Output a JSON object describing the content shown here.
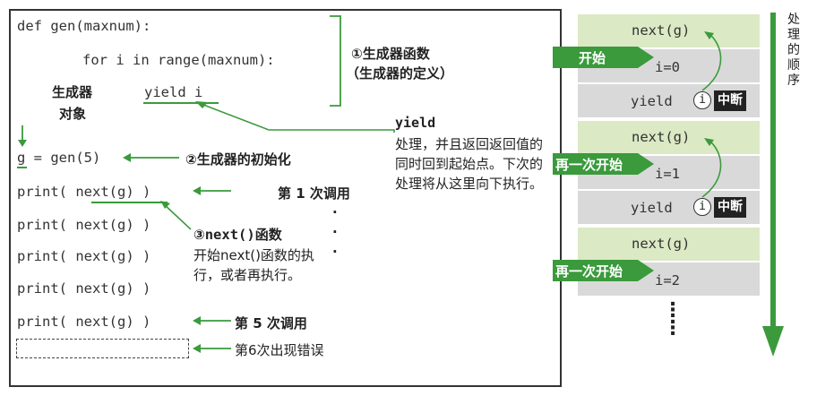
{
  "code": {
    "line_def": "def gen(maxnum):",
    "line_for": "for i in range(maxnum):",
    "line_yield": "yield i",
    "line_init": "g = gen(5)",
    "line_print": "print( next(g) )"
  },
  "labels": {
    "gen_object_1": "生成器",
    "gen_object_2": "对象",
    "gen_func_1": "①生成器函数",
    "gen_func_2": "（生成器的定义）",
    "init": "②生成器的初始化",
    "call1": "第 1 次调用",
    "call5": "第 5 次调用",
    "call6": "第6次出现错误",
    "dots": "·",
    "yield_title": "yield",
    "yield_desc": "处理，并且返回返回值的同时回到起始点。下次的处理将从这里向下执行。",
    "next_title_num": "③",
    "next_title_code": "next()",
    "next_title_rest": "函数",
    "next_desc": "开始next()函数的执行，或者再执行。"
  },
  "sequence": {
    "next_g": "next(g)",
    "i0": "i=0",
    "i1": "i=1",
    "i2": "i=2",
    "yield_word": "yield",
    "i_circle": "i",
    "interrupt": "中断",
    "start": "开始",
    "restart": "再一次开始",
    "vertical_dots": "⋮",
    "order_label": "处理的顺序"
  },
  "colors": {
    "green": "#3a9a3c",
    "light_green": "#dbe9c4",
    "gray": "#d9d9d9"
  }
}
